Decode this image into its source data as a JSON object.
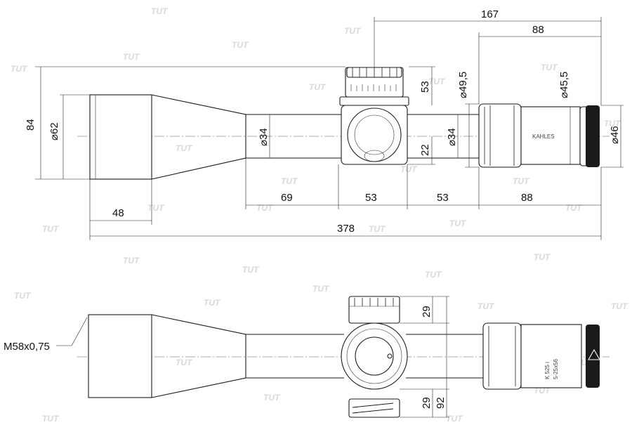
{
  "watermark": "TUT",
  "brand": "KAHLES",
  "model": "K 525 i",
  "magnification": "5-25x56",
  "thread": "M58x0,75",
  "top_view_dims": {
    "d167": "167",
    "d88_top": "88",
    "d84": "84",
    "d62": "⌀62",
    "d34_tube": "⌀34",
    "d53_turret": "53",
    "d49_5": "⌀49,5",
    "d45_5": "⌀45,5",
    "d34_right": "⌀34",
    "d22": "22",
    "d46": "⌀46",
    "d69": "69",
    "d53_a": "53",
    "d53_b": "53",
    "d88_bottom": "88",
    "d48": "48",
    "d378": "378"
  },
  "side_view_dims": {
    "d29_top": "29",
    "d29_bottom": "29",
    "d92": "92"
  }
}
